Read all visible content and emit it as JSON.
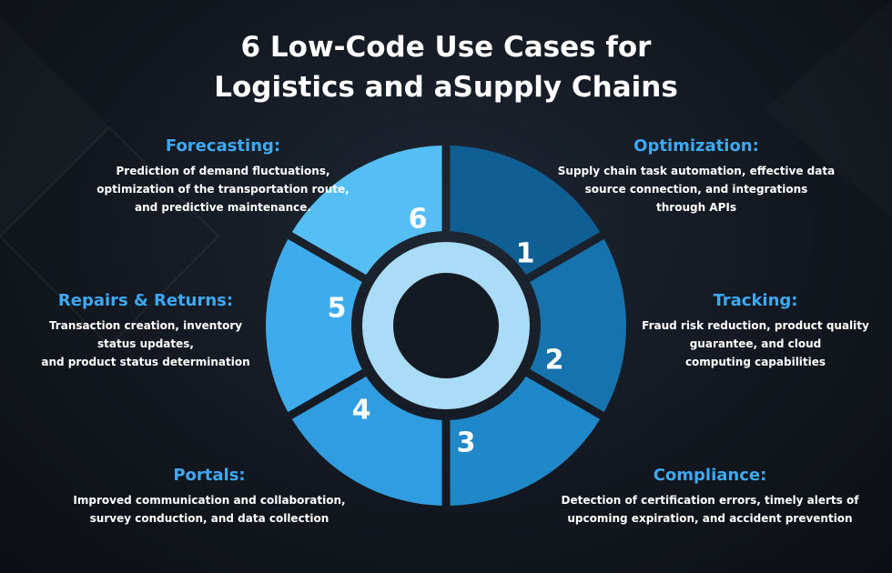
{
  "title": {
    "line1": "6 Low-Code Use Cases for",
    "line2": "Logistics and aSupply Chains"
  },
  "segments": [
    {
      "number": "1",
      "heading": "Optimization:",
      "lines": [
        "Supply chain task automation, effective data",
        "source connection, and integrations",
        "through APIs"
      ],
      "color": "#0f5e94"
    },
    {
      "number": "2",
      "heading": "Tracking:",
      "lines": [
        "Fraud risk reduction, product quality",
        "guarantee, and cloud",
        "computing capabilities"
      ],
      "color": "#1673ad"
    },
    {
      "number": "3",
      "heading": "Compliance:",
      "lines": [
        "Detection of certification errors, timely alerts of",
        "upcoming expiration, and accident prevention"
      ],
      "color": "#1f88c8"
    },
    {
      "number": "4",
      "heading": "Portals:",
      "lines": [
        "Improved communication and collaboration,",
        "survey conduction, and data collection"
      ],
      "color": "#2f9de0"
    },
    {
      "number": "5",
      "heading": "Repairs & Returns:",
      "lines": [
        "Transaction creation, inventory",
        "status updates,",
        "and product status determination"
      ],
      "color": "#3eacec"
    },
    {
      "number": "6",
      "heading": "Forecasting:",
      "lines": [
        "Prediction of demand fluctuations,",
        "optimization of the transportation route,",
        "and predictive maintenance."
      ],
      "color": "#55bef5"
    }
  ],
  "colors": {
    "heading": "#3fa8f2",
    "inner_ring": "#aadcf7",
    "hole": "#131a22"
  }
}
